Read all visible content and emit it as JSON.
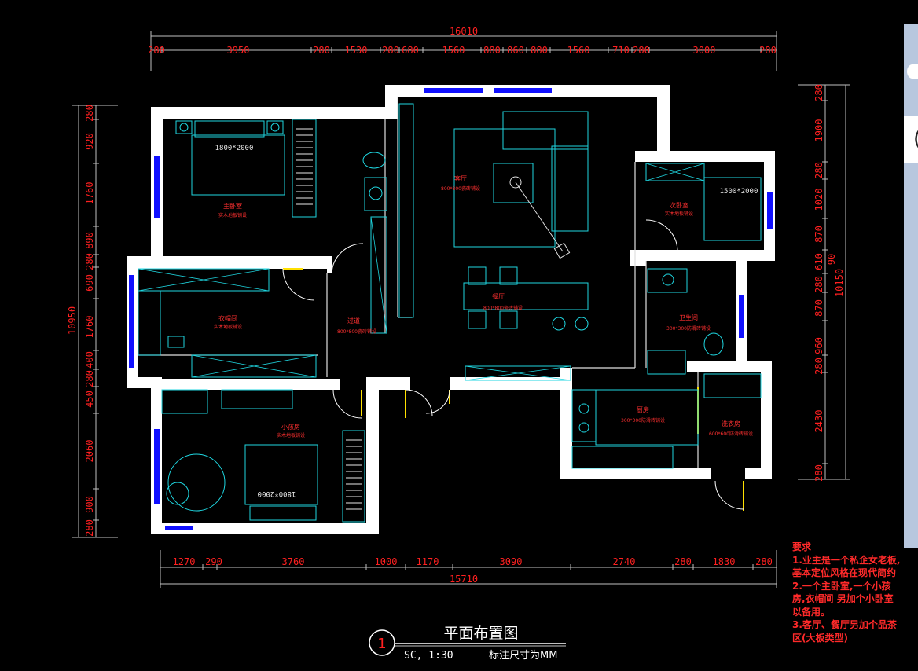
{
  "drawing": {
    "title": "平面布置图",
    "scale": "SC, 1:30",
    "units_note": "标注尺寸为MM",
    "sheet_number": "1"
  },
  "dimensions": {
    "top_total": "16010",
    "top": [
      "280",
      "3950",
      "280",
      "1530",
      "280",
      "680",
      "1560",
      "880",
      "860",
      "880",
      "1560",
      "710",
      "280",
      "3000",
      "280"
    ],
    "bottom": [
      "1270",
      "290",
      "3760",
      "1000",
      "1170",
      "3090",
      "2740",
      "280",
      "1830",
      "280"
    ],
    "bottom_total": "15710",
    "left_total": "10950",
    "left": [
      "280",
      "920",
      "1760",
      "890",
      "280",
      "690",
      "1760",
      "400",
      "280",
      "450",
      "2060",
      "900",
      "280"
    ],
    "right_total": "10150",
    "right": [
      "280",
      "1900",
      "280",
      "1020",
      "870",
      "610",
      "280",
      "90",
      "870",
      "960",
      "280",
      "2430",
      "280"
    ]
  },
  "rooms": {
    "living": {
      "name": "客厅",
      "spec": "800*800瓷砖铺设"
    },
    "dining": {
      "name": "餐厅",
      "spec": "800*800瓷砖铺设"
    },
    "master": {
      "name": "主卧室",
      "spec": "实木地板铺设"
    },
    "guest": {
      "name": "次卧室",
      "spec": "实木地板铺设"
    },
    "cloak": {
      "name": "衣帽间",
      "spec": "实木地板铺设"
    },
    "corridor": {
      "name": "过道",
      "spec": "800*800瓷砖铺设"
    },
    "kids": {
      "name": "小孩房",
      "spec": "实木地板铺设"
    },
    "bath": {
      "name": "卫生间",
      "spec": "300*300防滑砖铺设"
    },
    "kitchen": {
      "name": "厨房",
      "spec": "300*300防滑砖铺设"
    },
    "laundry": {
      "name": "洗衣房",
      "spec": "600*600防滑砖铺设"
    }
  },
  "beds": {
    "master": "1800*2000",
    "guest": "1500*2000",
    "kids": "1800*2000"
  },
  "requirements": {
    "heading": "要求",
    "lines": [
      "1.业主是一个私企女老板,",
      "基本定位风格在现代简约",
      "2.一个主卧室,一个小孩",
      "房,衣帽间 另加个小卧室",
      "以备用。",
      "3.客厅、餐厅另加个品茶",
      "区(大板类型)"
    ]
  },
  "side_panel": {
    "tab_glyph": "("
  },
  "colors": {
    "wall": "#ffffff",
    "dim": "#ff2020",
    "furniture": "#1fd6e0",
    "window": "#1010ff",
    "door": "#ffe000",
    "background": "#000000"
  }
}
